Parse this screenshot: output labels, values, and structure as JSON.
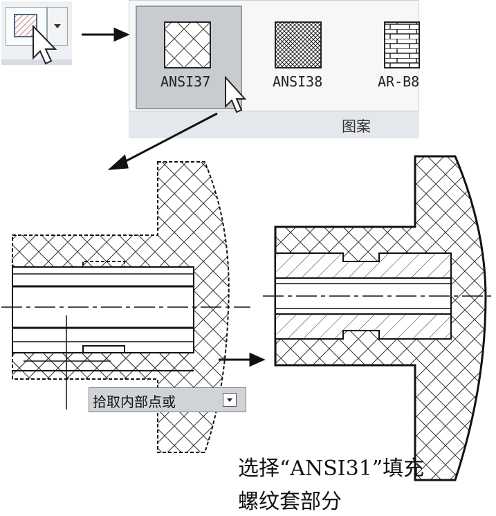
{
  "patterns": [
    {
      "label": "ANSI37"
    },
    {
      "label": "ANSI38"
    },
    {
      "label": "AR-B8"
    }
  ],
  "ribbon_group_label": "图案",
  "tooltip_text": "拾取内部点或",
  "caption": {
    "line1": "选择“ANSI31”填充",
    "line2": "螺纹套部分"
  }
}
